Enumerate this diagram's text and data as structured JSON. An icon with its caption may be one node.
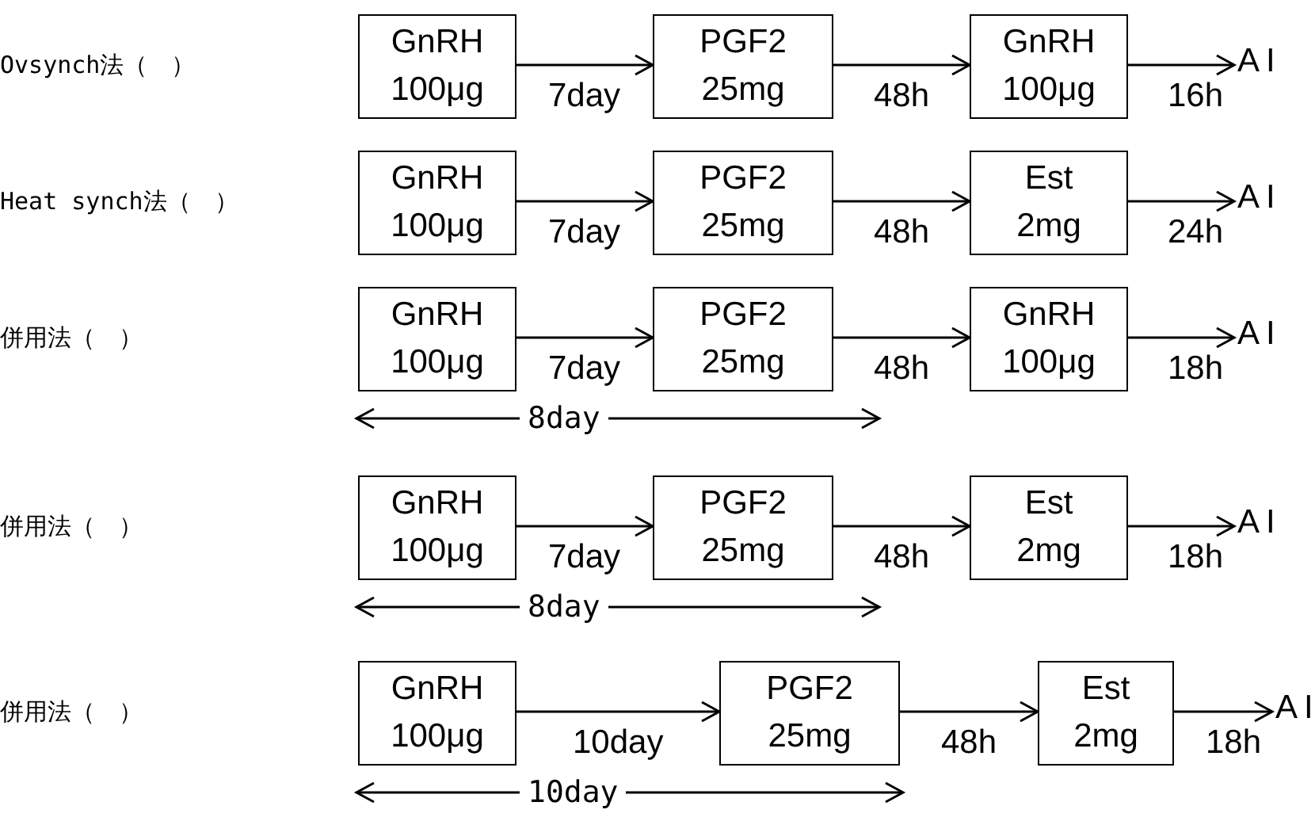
{
  "diagram": {
    "nodes": [
      {
        "text": [
          "GnRH",
          "100μg"
        ]
      },
      {
        "text": [
          "PGF2",
          "25mg"
        ]
      },
      {
        "text": [
          "GnRH",
          "100μg"
        ]
      },
      {
        "text": [
          "AI"
        ]
      },
      {
        "text": [
          "GnRH",
          "100μg"
        ]
      },
      {
        "text": [
          "PGF2",
          "25mg"
        ]
      },
      {
        "text": [
          "Est",
          "2mg"
        ]
      },
      {
        "text": [
          "AI"
        ]
      },
      {
        "text": [
          "GnRH",
          "100μg"
        ]
      },
      {
        "text": [
          "PGF2",
          "25mg"
        ]
      },
      {
        "text": [
          "GnRH",
          "100μg"
        ]
      },
      {
        "text": [
          "AI"
        ]
      },
      {
        "text": [
          "GnRH",
          "100μg"
        ]
      },
      {
        "text": [
          "PGF2",
          "25mg"
        ]
      },
      {
        "text": [
          "Est",
          "2mg"
        ]
      },
      {
        "text": [
          "AI"
        ]
      },
      {
        "text": [
          "GnRH",
          "100μg"
        ]
      },
      {
        "text": [
          "PGF2",
          "25mg"
        ]
      },
      {
        "text": [
          "Est",
          "2mg"
        ]
      },
      {
        "text": [
          "AI"
        ]
      }
    ],
    "edges": [
      {
        "from": 0,
        "to": 1,
        "arrow": "to",
        "label": "7day"
      },
      {
        "from": 1,
        "to": 2,
        "arrow": "to",
        "label": "48h"
      },
      {
        "from": 2,
        "to": 3,
        "arrow": "to",
        "label": "16h"
      },
      {
        "from": 4,
        "to": 5,
        "arrow": "to",
        "label": "7day"
      },
      {
        "from": 5,
        "to": 6,
        "arrow": "to",
        "label": "48h"
      },
      {
        "from": 6,
        "to": 7,
        "arrow": "to",
        "label": "24h"
      },
      {
        "from": 8,
        "to": 9,
        "arrow": "to",
        "label": "7day"
      },
      {
        "from": 9,
        "to": 10,
        "arrow": "to",
        "label": "48h"
      },
      {
        "from": 10,
        "to": 11,
        "arrow": "to",
        "label": "18h"
      },
      {
        "from": 12,
        "to": 13,
        "arrow": "to",
        "label": "7day"
      },
      {
        "from": 13,
        "to": 14,
        "arrow": "to",
        "label": "48h"
      },
      {
        "from": 14,
        "to": 15,
        "arrow": "to",
        "label": "18h"
      },
      {
        "from": 16,
        "to": 17,
        "arrow": "to",
        "label": "10day"
      },
      {
        "from": 17,
        "to": 18,
        "arrow": "to",
        "label": "48h"
      },
      {
        "from": 18,
        "to": 19,
        "arrow": "to",
        "label": "18h"
      }
    ],
    "labels": [
      "Ovsynch法（　）",
      "Heat synch法（　）",
      "併用法（　）",
      "8day",
      "併用法（　）",
      "8day",
      "併用法（　）",
      "10day"
    ]
  }
}
